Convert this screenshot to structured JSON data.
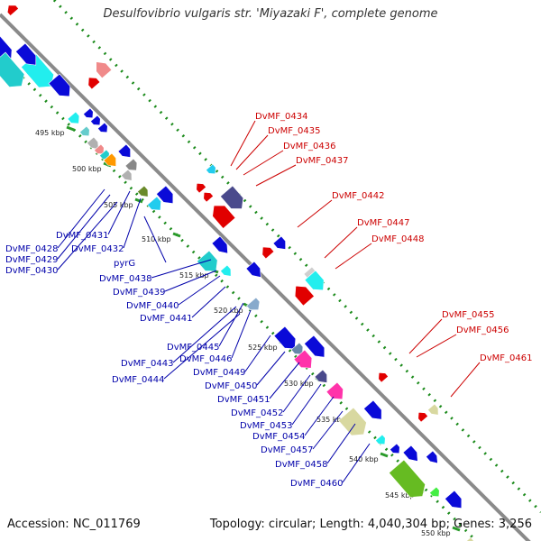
{
  "title": "Desulfovibrio vulgaris str. 'Miyazaki F', complete genome",
  "footer": {
    "accession": "Accession: NC_011769",
    "summary": "Topology: circular; Length: 4,040,304 bp; Genes: 3,256"
  },
  "colors": {
    "backbone": "#8a8a8a",
    "reverse_strand_label": "#cc0000",
    "forward_strand_label": "#0000aa",
    "dots": "#1a8a1a"
  },
  "scale_ticks": [
    "495 kbp",
    "500 kbp",
    "505 kbp",
    "510 kbp",
    "515 kbp",
    "520 kbp",
    "525 kbp",
    "530 kbp",
    "535 kbp",
    "540 kbp",
    "545 kbp",
    "550 kbp"
  ],
  "labels_right": [
    "DvMF_0434",
    "DvMF_0435",
    "DvMF_0436",
    "DvMF_0437",
    "DvMF_0442",
    "DvMF_0447",
    "DvMF_0448",
    "DvMF_0455",
    "DvMF_0456",
    "DvMF_0461"
  ],
  "labels_left": [
    "DvMF_0428",
    "DvMF_0429",
    "DvMF_0430",
    "DvMF_0431",
    "DvMF_0432",
    "pyrG",
    "DvMF_0438",
    "DvMF_0439",
    "DvMF_0440",
    "DvMF_0441",
    "DvMF_0443",
    "DvMF_0444",
    "DvMF_0445",
    "DvMF_0446",
    "DvMF_0449",
    "DvMF_0450",
    "DvMF_0451",
    "DvMF_0452",
    "DvMF_0453",
    "DvMF_0454",
    "DvMF_0457",
    "DvMF_0458",
    "DvMF_0460"
  ]
}
